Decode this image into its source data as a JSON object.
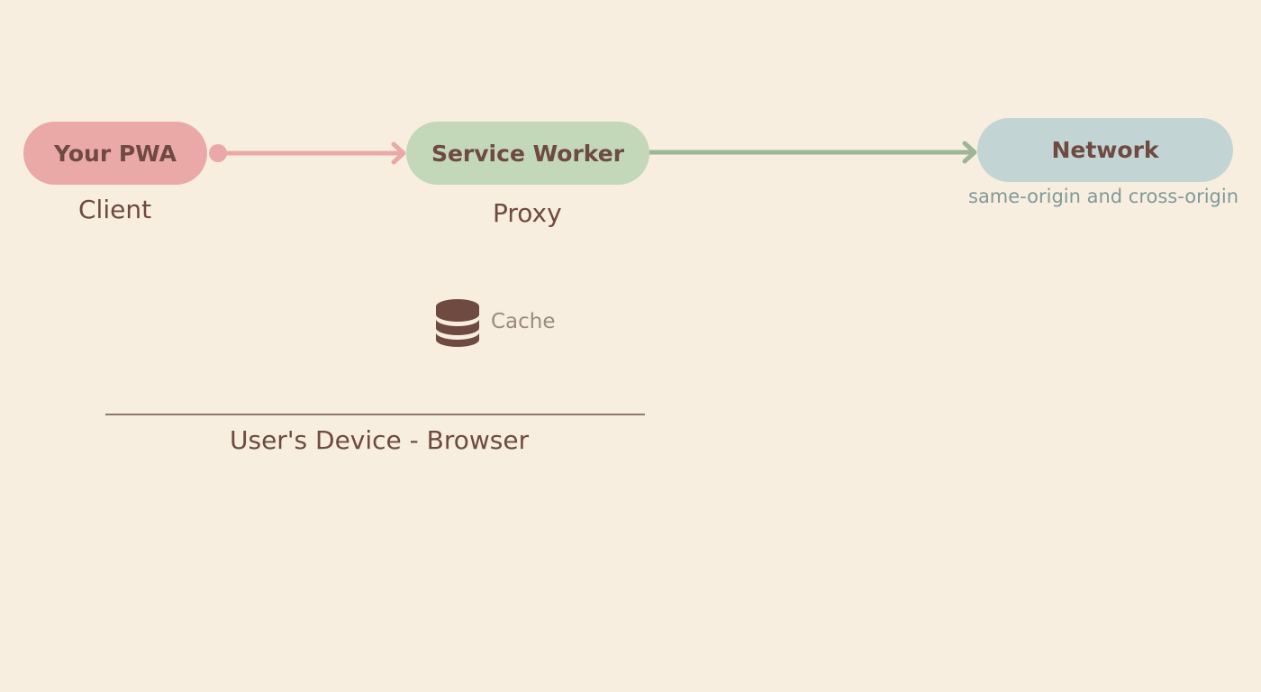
{
  "nodes": {
    "pwa": {
      "label": "Your PWA",
      "caption": "Client",
      "color": "#eaa9a6"
    },
    "service_worker": {
      "label": "Service Worker",
      "caption": "Proxy",
      "color": "#c3d7b9"
    },
    "network": {
      "label": "Network",
      "caption": "same-origin and cross-origin",
      "color": "#c3d4d4"
    }
  },
  "cache": {
    "label": "Cache",
    "icon": "database-icon"
  },
  "device": {
    "label": "User's Device - Browser"
  },
  "colors": {
    "background": "#f7eedf",
    "text": "#6e4a40",
    "client_arrow": "#eaa9a6",
    "network_arrow": "#9eb596"
  }
}
